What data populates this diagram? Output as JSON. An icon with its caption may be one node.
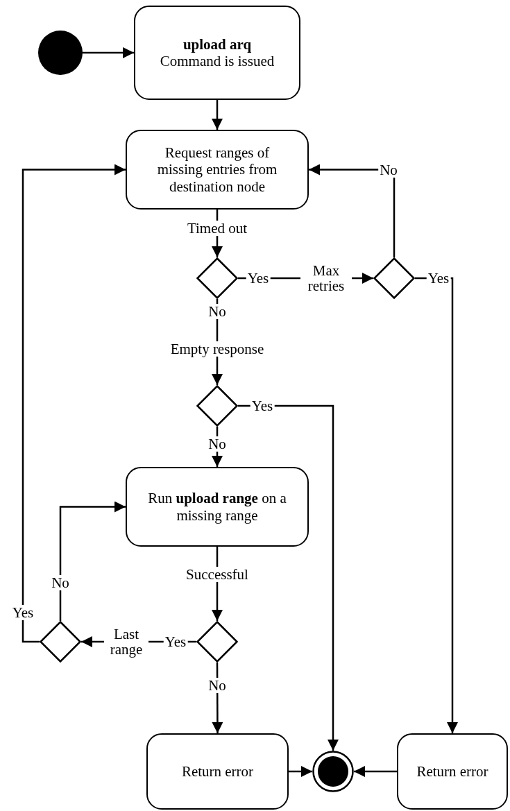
{
  "diagram": {
    "nodes": [
      {
        "text": [],
        "shape": "circle"
      },
      {
        "text": [
          "upload arq",
          "Command is issued"
        ]
      },
      {
        "text": [
          "Request ranges of missing entries from destination node"
        ]
      },
      {
        "text": [],
        "shape": "diamond"
      },
      {
        "text": [],
        "shape": "diamond",
        "beside": [
          "Empty response"
        ]
      },
      {
        "text": [],
        "shape": "diamond",
        "beside": [
          "Max retries"
        ]
      },
      {
        "text": [
          "Run **upload range** on a missing range"
        ]
      },
      {
        "text": [],
        "shape": "diamond"
      },
      {
        "text": [],
        "shape": "diamond",
        "beside": [
          "Last range"
        ]
      },
      {
        "text": [
          "Return error"
        ]
      },
      {
        "text": [],
        "shape": "circle"
      },
      {
        "text": [
          "Return error"
        ]
      }
    ],
    "edges": [
      {
        "from": 0,
        "to": 1,
        "arrow": "to"
      },
      {
        "from": 1,
        "to": 2,
        "arrow": "to"
      },
      {
        "from": 2,
        "to": 3,
        "arrow": "to",
        "label": "Timed out"
      },
      {
        "from": 3,
        "to": 5,
        "arrow": "to",
        "label": "Yes"
      },
      {
        "from": 5,
        "to": 2,
        "arrow": "to",
        "label": "No"
      },
      {
        "from": 5,
        "to": 11,
        "arrow": "to",
        "label": "Yes"
      },
      {
        "from": 3,
        "to": 4,
        "arrow": "to",
        "label": "No"
      },
      {
        "from": 4,
        "to": 10,
        "arrow": "to",
        "label": "Yes"
      },
      {
        "from": 4,
        "to": 6,
        "arrow": "to",
        "label": "No"
      },
      {
        "from": 6,
        "to": 7,
        "arrow": "to",
        "label": "Successful"
      },
      {
        "from": 7,
        "to": 8,
        "arrow": "to",
        "label": "Yes"
      },
      {
        "from": 8,
        "to": 6,
        "arrow": "to",
        "label": "No"
      },
      {
        "from": 8,
        "to": 2,
        "arrow": "to",
        "label": "Yes"
      },
      {
        "from": 7,
        "to": 9,
        "arrow": "to",
        "label": "No"
      },
      {
        "from": 9,
        "to": 10,
        "arrow": "to"
      },
      {
        "from": 11,
        "to": 10,
        "arrow": "to"
      }
    ]
  }
}
